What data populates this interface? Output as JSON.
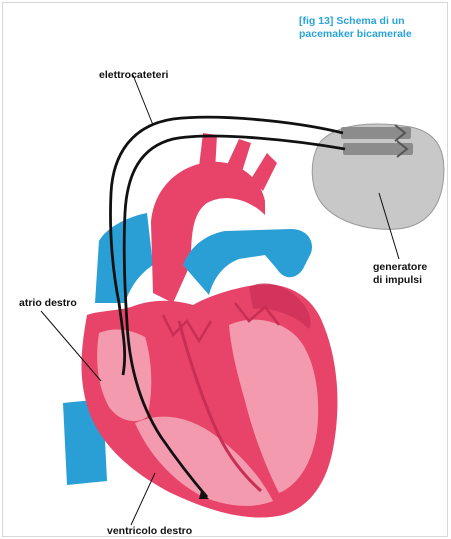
{
  "figure": {
    "caption_line1": "[fig 13] Schema di un",
    "caption_line2": "pacemaker bicamerale"
  },
  "labels": {
    "leads": "elettrocateteri",
    "generator_line1": "generatore",
    "generator_line2": "di impulsi",
    "right_atrium": "atrio destro",
    "right_ventricle": "ventricolo destro"
  },
  "colors": {
    "caption": "#29a3d8",
    "heart_main": "#e8446a",
    "heart_light": "#f49aae",
    "heart_dark": "#c92e55",
    "vein_blue": "#2a9fd6",
    "generator_gray": "#c8c8c8",
    "lead_black": "#111111"
  }
}
